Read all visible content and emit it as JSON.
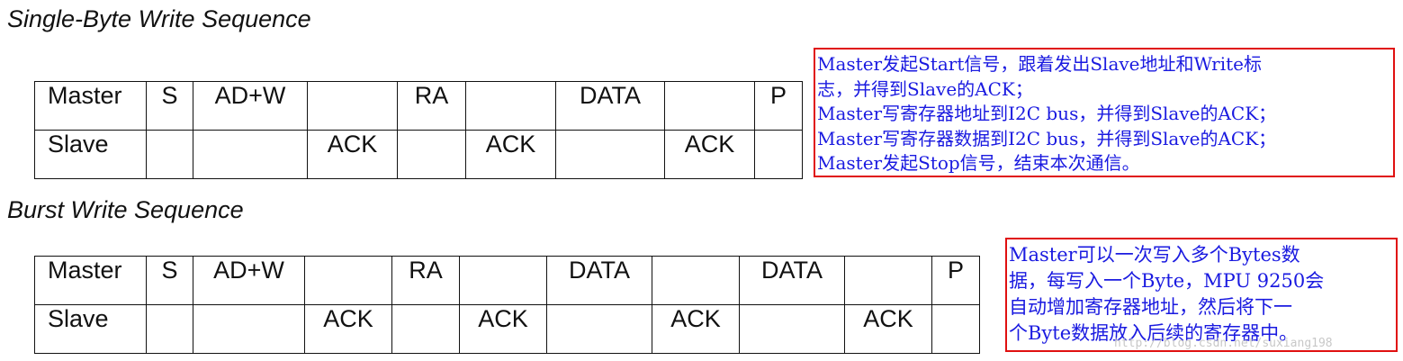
{
  "single": {
    "title": "Single-Byte Write Sequence",
    "master_label": "Master",
    "slave_label": "Slave",
    "master_cells": [
      "S",
      "AD+W",
      "",
      "RA",
      "",
      "DATA",
      "",
      "P"
    ],
    "slave_cells": [
      "",
      "",
      "ACK",
      "",
      "ACK",
      "",
      "ACK",
      ""
    ],
    "note_lines": [
      "Master发起Start信号，跟着发出Slave地址和Write标",
      "志，并得到Slave的ACK；",
      "Master写寄存器地址到I2C bus，并得到Slave的ACK；",
      "Master写寄存器数据到I2C bus，并得到Slave的ACK；",
      "Master发起Stop信号，结束本次通信。"
    ]
  },
  "burst": {
    "title": "Burst Write Sequence",
    "master_label": "Master",
    "slave_label": "Slave",
    "master_cells": [
      "S",
      "AD+W",
      "",
      "RA",
      "",
      "DATA",
      "",
      "DATA",
      "",
      "P"
    ],
    "slave_cells": [
      "",
      "",
      "ACK",
      "",
      "ACK",
      "",
      "ACK",
      "",
      "ACK",
      ""
    ],
    "note_lines": [
      "Master可以一次写入多个Bytes数",
      "据，每写入一个Byte，MPU 9250会",
      "自动增加寄存器地址，然后将下一",
      "个Byte数据放入后续的寄存器中。"
    ]
  },
  "watermark": "http://blog.csdn.net/suxiang198",
  "colors": {
    "note_text": "#1a1ae0",
    "note_border": "#e01010",
    "table_border": "#111111",
    "watermark": "#c8c8c8"
  }
}
